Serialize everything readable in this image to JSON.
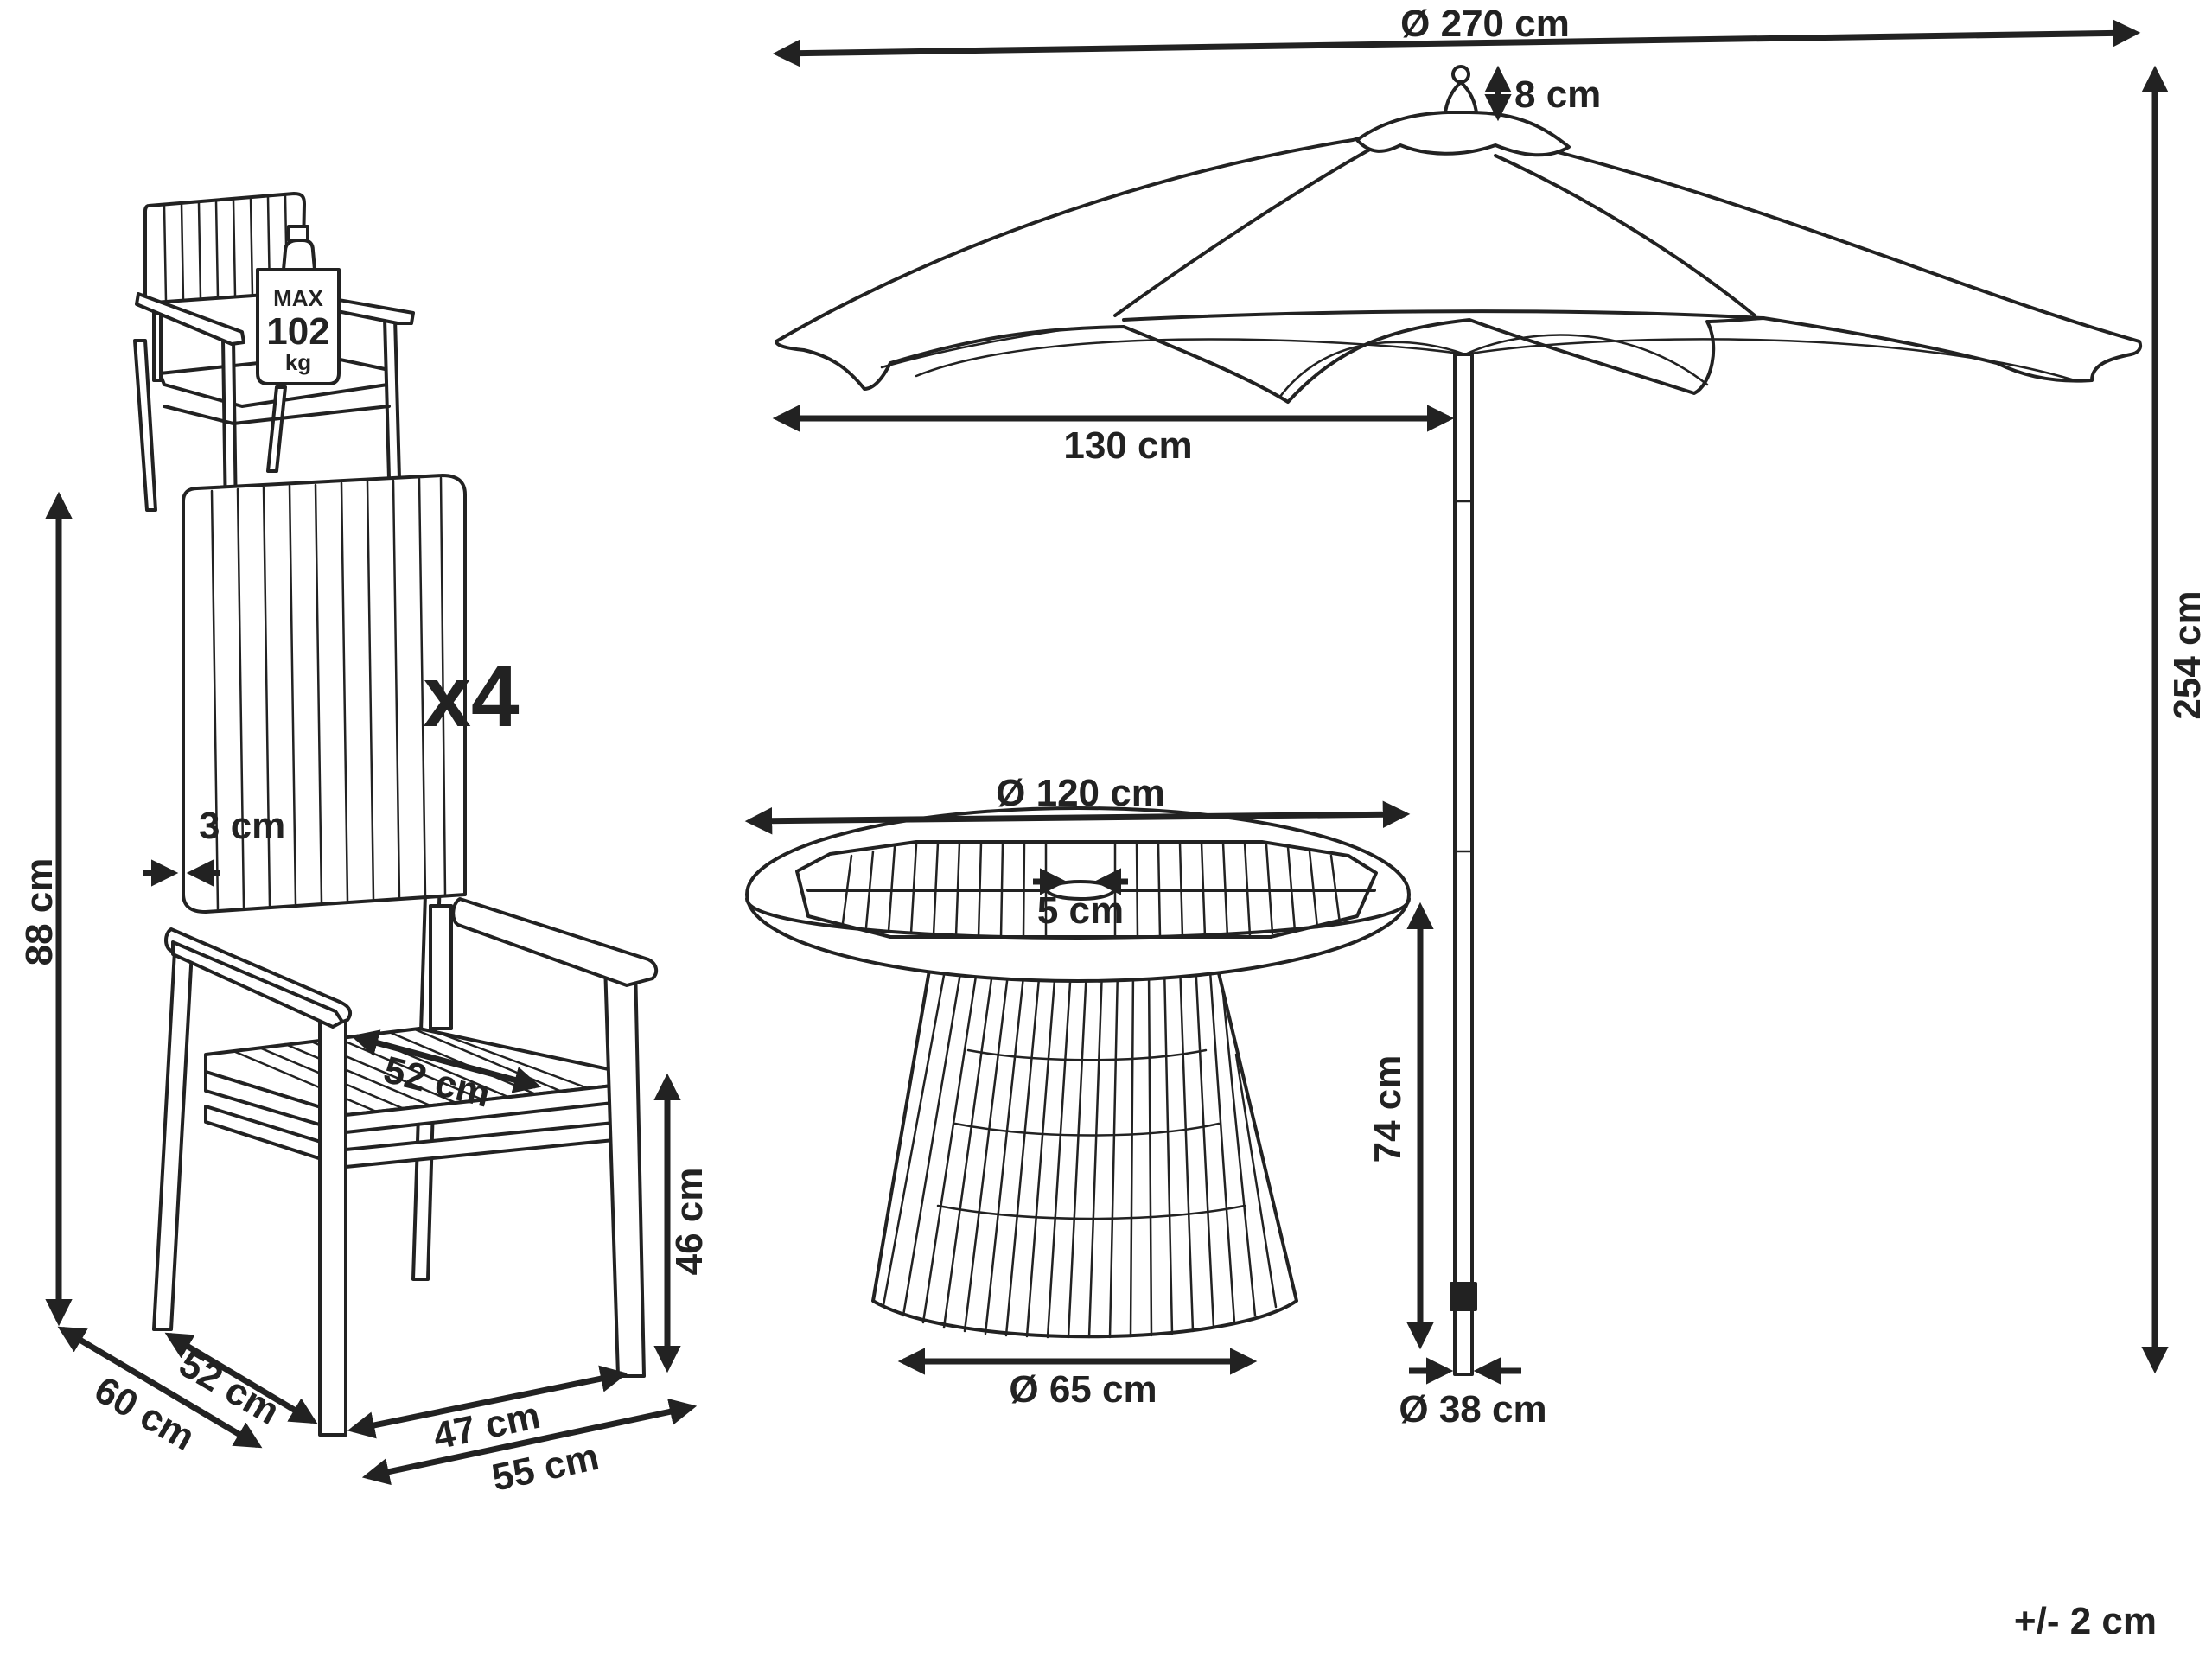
{
  "colors": {
    "line": "#222222",
    "background": "#ffffff"
  },
  "umbrella": {
    "diameter_label": "Ø 270 cm",
    "finial_label": "8 cm",
    "radius_label": "130 cm",
    "height_label": "254 cm",
    "base_label": "Ø 38 cm"
  },
  "table": {
    "diameter_label": "Ø 120 cm",
    "hole_label": "5 cm",
    "height_label": "74 cm",
    "base_label": "Ø 65 cm"
  },
  "chair": {
    "quantity_label": "x4",
    "back_thickness_label": "3 cm",
    "seat_depth_label": "52 cm",
    "height_label": "88 cm",
    "seat_height_label": "46 cm",
    "inner_depth_label": "52 cm",
    "depth_label": "60 cm",
    "inner_width_label": "47 cm",
    "width_label": "55 cm"
  },
  "weight_badge": {
    "max_label": "MAX",
    "value_label": "102",
    "unit_label": "kg"
  },
  "tolerance_label": "+/- 2 cm"
}
